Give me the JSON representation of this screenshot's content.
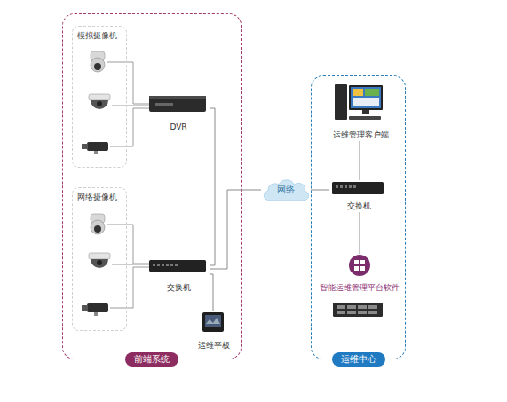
{
  "diagram": {
    "nodes": [
      {
        "text": [
          "前端系统"
        ]
      },
      {
        "text": [
          "模拟摄像机"
        ],
        "in": 0
      },
      {
        "text": [
          "网络摄像机"
        ],
        "in": 0
      },
      {
        "text": [
          "DVR"
        ],
        "in": 0
      },
      {
        "text": [
          "交换机"
        ],
        "in": 0
      },
      {
        "text": [
          "运维平板"
        ],
        "in": 0
      },
      {
        "text": [
          "网络"
        ]
      },
      {
        "text": [
          "运维中心"
        ]
      },
      {
        "text": [
          "运维管理客户端"
        ],
        "in": 7
      },
      {
        "text": [
          "交换机"
        ],
        "in": 7
      },
      {
        "text": [
          "智能运维管理平台软件"
        ],
        "in": 7
      }
    ],
    "edges": [
      {
        "from": 3,
        "to": 4,
        "arrow": "none"
      },
      {
        "from": 4,
        "to": 6,
        "arrow": "none"
      },
      {
        "from": 4,
        "to": 5,
        "arrow": "none"
      },
      {
        "from": 6,
        "to": 9,
        "arrow": "none"
      },
      {
        "from": 8,
        "to": 9,
        "arrow": "none"
      },
      {
        "from": 9,
        "to": 10,
        "arrow": "none"
      }
    ]
  }
}
